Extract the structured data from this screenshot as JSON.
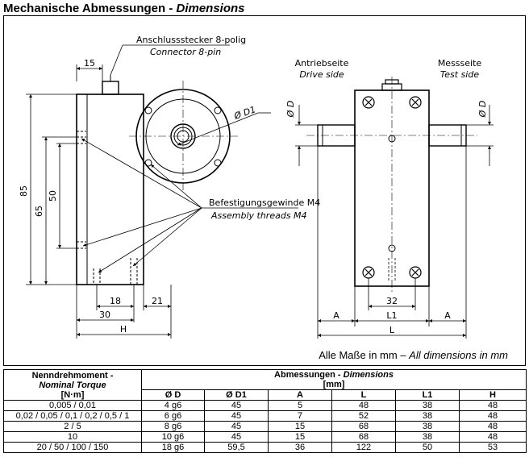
{
  "heading": {
    "main": "Mechanische Abmessungen - ",
    "italic": "Dimensions"
  },
  "drawing": {
    "connector_de": "Anschlussstecker 8-polig",
    "connector_en": "Connector 8-pin",
    "threads_de": "Befestigungsgewinde M4",
    "threads_en": "Assembly threads M4",
    "drive_de": "Antriebseite",
    "drive_en": "Drive side",
    "test_de": "Messseite",
    "test_en": "Test side",
    "dim_15": "15",
    "dim_85": "85",
    "dim_65": "65",
    "dim_50": "50",
    "dim_18": "18",
    "dim_21": "21",
    "dim_30": "30",
    "dim_H": "H",
    "dim_D1": "Ø D1",
    "dim_D_left": "Ø D",
    "dim_D_right": "Ø D",
    "dim_32": "32",
    "dim_A_left": "A",
    "dim_L1": "L1",
    "dim_A_right": "A",
    "dim_L": "L"
  },
  "note": {
    "de": "Alle Maße in mm – ",
    "en": "All dimensions in mm"
  },
  "table": {
    "h_torque_de": "Nenndrehmoment -",
    "h_torque_en": "Nominal Torque",
    "h_torque_unit": "[N·m]",
    "h_dims_de": "Abmessungen - ",
    "h_dims_en": "Dimensions",
    "h_dims_unit": "[mm]",
    "columns": [
      "Ø D",
      "Ø D1",
      "A",
      "L",
      "L1",
      "H"
    ],
    "rows": [
      [
        "0,005 / 0,01",
        "4 g6",
        "45",
        "5",
        "48",
        "38",
        "48"
      ],
      [
        "0,02 / 0,05 / 0,1 / 0,2 / 0,5 / 1",
        "6 g6",
        "45",
        "7",
        "52",
        "38",
        "48"
      ],
      [
        "2 / 5",
        "8 g6",
        "45",
        "15",
        "68",
        "38",
        "48"
      ],
      [
        "10",
        "10 g6",
        "45",
        "15",
        "68",
        "38",
        "48"
      ],
      [
        "20 / 50 / 100 / 150",
        "18 g6",
        "59,5",
        "36",
        "122",
        "50",
        "53"
      ]
    ]
  }
}
